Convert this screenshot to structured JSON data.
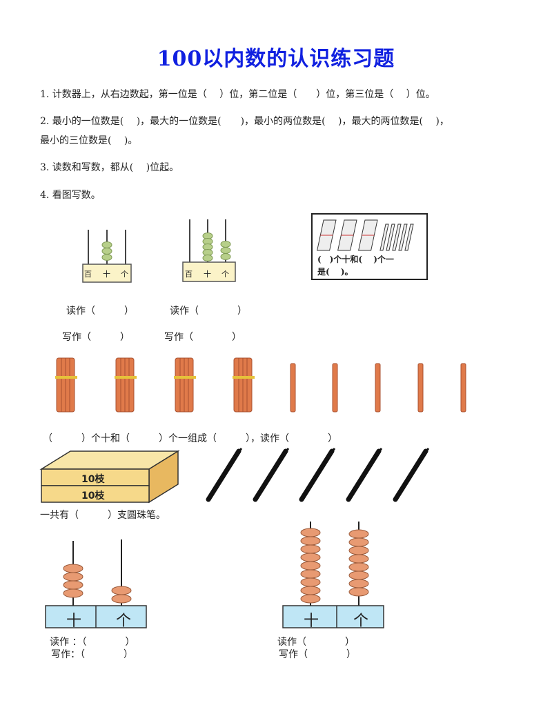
{
  "title": "100以内数的认识练习题",
  "questions": {
    "q1": "1. 计数器上，从右边数起，第一位是（　 ）位，第二位是（　　）位，第三位是（　 ）位。",
    "q2_line1": "2. 最小的一位数是(　 )，最大的一位数是(　　)，最小的两位数是(　 )，最大的两位数是(　 )，",
    "q2_line2": "最小的三位数是(　 )。",
    "q3": "3. 读数和写数，都从(　 )位起。",
    "q4": "4. 看图写数。"
  },
  "abacus_small": {
    "labels": [
      "百",
      "十",
      "个"
    ]
  },
  "sticks_box": {
    "line1": "(　)个十和(　 )个一",
    "line2": "是(　 )。"
  },
  "read_write_row1": {
    "read1": "读作（　　　）",
    "read2": "读作（　　　　）",
    "write1": "写作（　　　）",
    "write2": "写作（　　　　）"
  },
  "bundles_sentence": "（　　　）个十和（　　　）个一组成（　　　），读作（　　　　）",
  "pen_box": {
    "label1": "10枝",
    "label2": "10枝"
  },
  "pens_sentence": "一共有（　　　）支圆珠笔。",
  "abacus_big": {
    "labels": [
      "十",
      "个"
    ]
  },
  "abacus_big_left": {
    "read": "读作 ：（　　　　）",
    "write": "写作：（　　　　）"
  },
  "abacus_big_right": {
    "read": "读作（　　　　）",
    "write": "写作（　　　　）"
  },
  "colors": {
    "title": "#1020e0",
    "bead_green": "#b7cf8a",
    "bead_orange": "#e89a72",
    "stick": "#e07a4a",
    "base_blue": "#bfe6f5",
    "box_yellow": "#f6d98a"
  }
}
